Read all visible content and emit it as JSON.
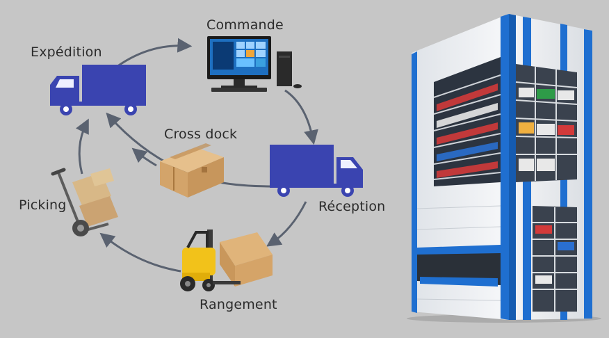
{
  "labels": {
    "commande": "Commande",
    "expedition": "Expédition",
    "cross_dock": "Cross dock",
    "reception": "Réception",
    "picking": "Picking",
    "rangement": "Rangement"
  },
  "colors": {
    "background": "#c6c6c6",
    "truck_blue": "#3a44b0",
    "cycle_line": "#5a6270",
    "cardboard": "#d8ad76",
    "forklift_yellow": "#f2c21a",
    "tower_blue": "#1f6fd0"
  },
  "icons": [
    "desktop-computer-icon",
    "delivery-truck-icon",
    "cardboard-box-icon",
    "hand-truck-icon",
    "forklift-icon",
    "vertical-storage-tower"
  ]
}
